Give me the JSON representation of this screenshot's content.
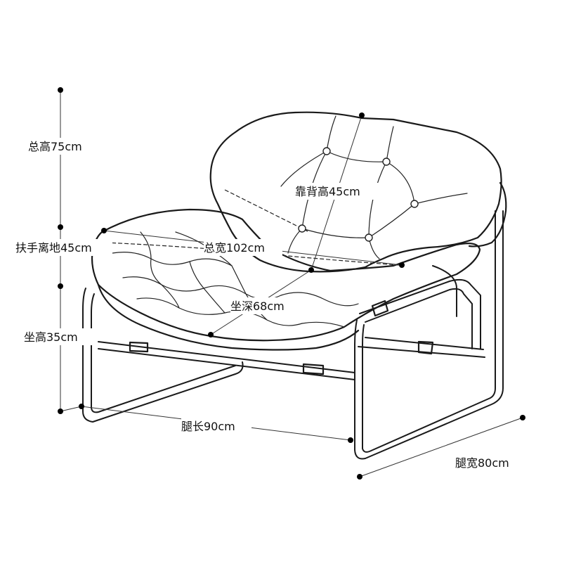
{
  "diagram": {
    "labels": {
      "total_height": "总高75cm",
      "armrest_height": "扶手离地45cm",
      "seat_height": "坐高35cm",
      "backrest_height": "靠背高45cm",
      "total_width": "总宽102cm",
      "seat_depth": "坐深68cm",
      "leg_length": "腿长90cm",
      "leg_width": "腿宽80cm"
    }
  }
}
